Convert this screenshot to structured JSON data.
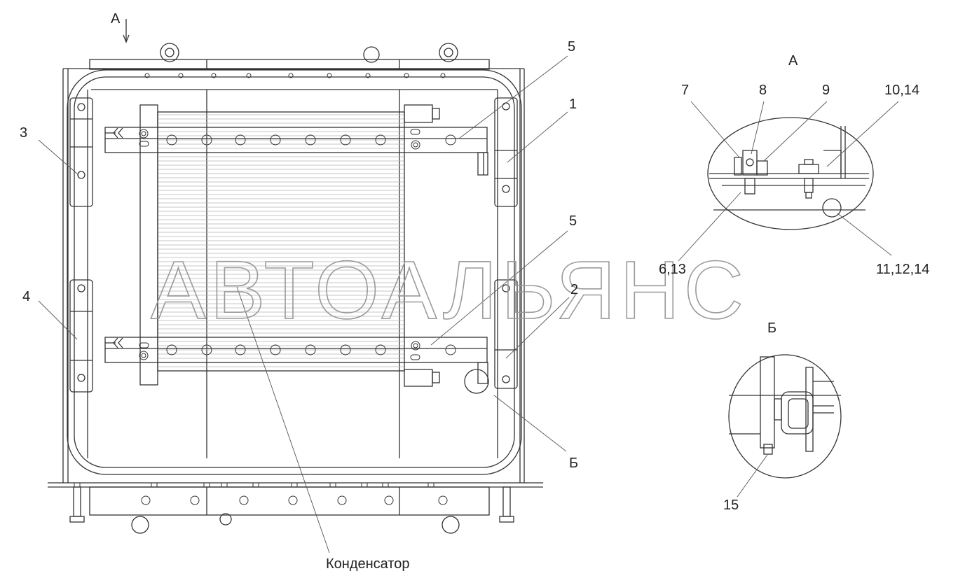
{
  "labels": {
    "view_a_arrow": "А",
    "callout_5_top": "5",
    "callout_1": "1",
    "callout_3": "3",
    "callout_5_mid": "5",
    "callout_4": "4",
    "callout_2": "2",
    "callout_b": "Б",
    "condenser": "Конденсатор"
  },
  "view_a": {
    "title": "А",
    "callout_7": "7",
    "callout_8": "8",
    "callout_9": "9",
    "callout_10_14": "10,14",
    "callout_6_13": "6,13",
    "callout_11_12_14": "11,12,14"
  },
  "view_b": {
    "title": "Б",
    "callout_15": "15"
  },
  "watermark": "АВТОАЛЬЯНС"
}
